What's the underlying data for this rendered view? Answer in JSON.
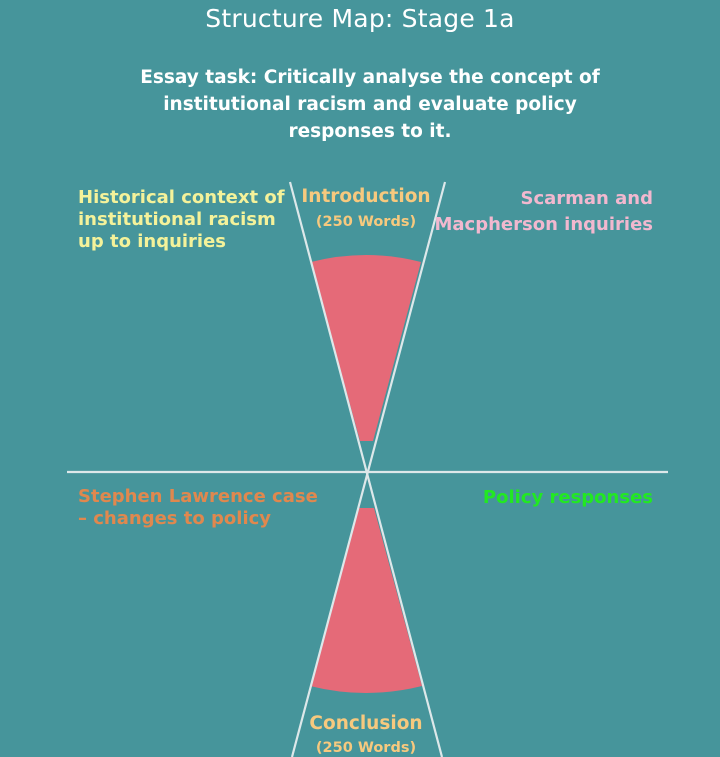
{
  "title": "Structure Map: Stage 1a",
  "essay_task": "Essay task: Critically analyse the concept of institutional racism and evaluate policy responses to it.",
  "top_cone": {
    "title": "Introduction",
    "subtitle": "(250 Words)"
  },
  "bottom_cone": {
    "title": "Conclusion",
    "subtitle": "(250 Words)"
  },
  "quadrants": {
    "top_left": "Historical context of institutional racism up to inquiries",
    "top_right": "Scarman and Macpherson inquiries",
    "bottom_left": "Stephen Lawrence case – changes to policy",
    "bottom_right": "Policy responses"
  },
  "colors": {
    "background": "#46959b",
    "wedge": "#e56a78",
    "lines": "#dde8ea",
    "top_left_text": "#f4f29a",
    "top_right_text": "#f2b8cf",
    "bottom_left_text": "#e0884e",
    "bottom_right_text": "#22e822",
    "cone_text": "#f7c97e"
  }
}
